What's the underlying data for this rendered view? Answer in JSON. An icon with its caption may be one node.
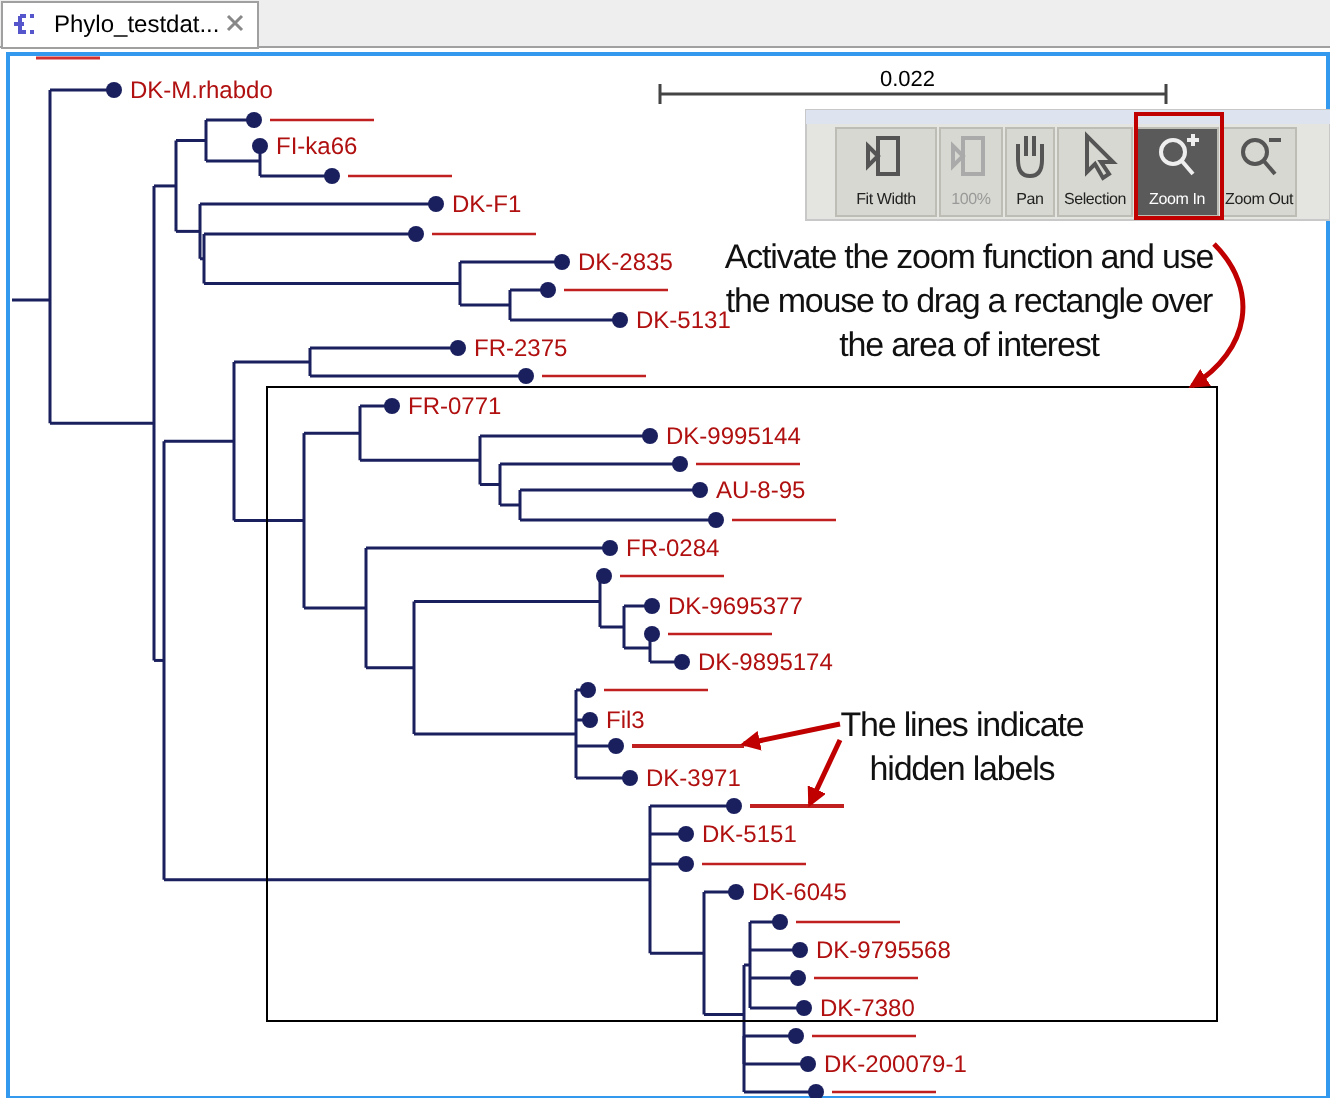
{
  "diagram": {
    "nodes": [
      {
        "text": [],
        "shape": "box"
      },
      {
        "text": [
          "Activate the zoom function and use the mouse to drag a rectangle over the area of interest"
        ]
      },
      {
        "text": [
          "The lines indicate hidden labels"
        ],
        "in": 0
      },
      {
        "text": [],
        "shape": "bar",
        "in": 0
      },
      {
        "text": [],
        "shape": "bar",
        "in": 0
      }
    ],
    "edges": [
      {
        "from": 1,
        "to": 0,
        "arrow": "to"
      },
      {
        "from": 2,
        "to": 3,
        "arrow": "to"
      },
      {
        "from": 2,
        "to": 4,
        "arrow": "to"
      }
    ],
    "labels": [
      "Phylo_testdat...",
      "0.022",
      "Fit Width",
      "100%",
      "Pan",
      "Selection",
      "Zoom In",
      "Zoom Out",
      "DK-M.rhabdo",
      "FI-ka66",
      "DK-F1",
      "DK-2835",
      "DK-5131",
      "FR-2375",
      "FR-0771",
      "DK-9995144",
      "AU-8-95",
      "FR-0284",
      "DK-9695377",
      "DK-9895174",
      "Fil3",
      "DK-3971",
      "DK-5151",
      "DK-6045",
      "DK-9795568",
      "DK-7380",
      "DK-200079-1"
    ]
  }
}
